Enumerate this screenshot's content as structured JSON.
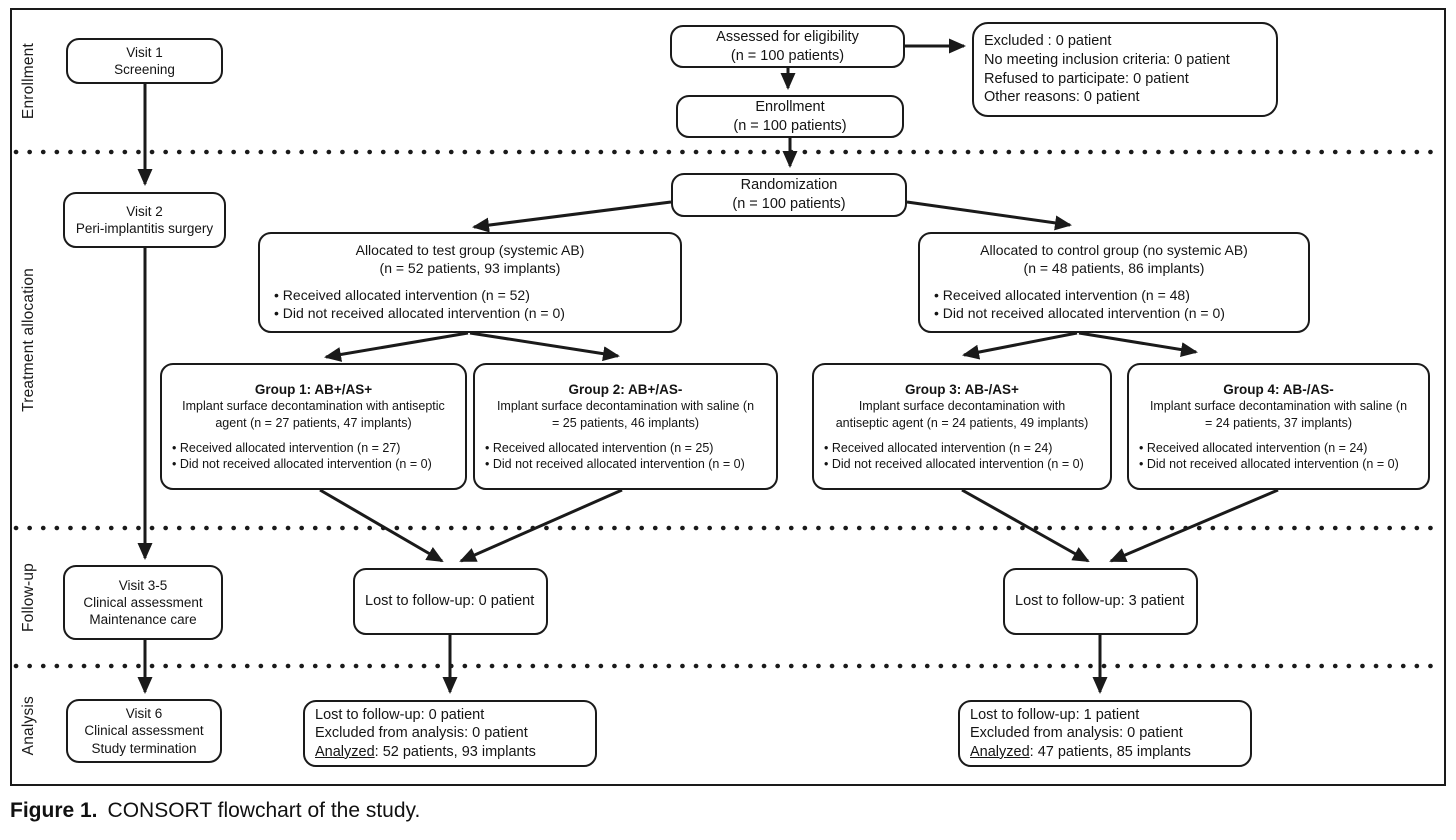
{
  "figure": {
    "label": "Figure 1.",
    "caption": "CONSORT flowchart of the study."
  },
  "sections": {
    "enrollment": "Enrollment",
    "treatment": "Treatment allocation",
    "followup": "Follow-up",
    "analysis": "Analysis"
  },
  "visits": {
    "visit1": {
      "line1": "Visit 1",
      "line2": "Screening"
    },
    "visit2": {
      "line1": "Visit 2",
      "line2": "Peri-implantitis surgery"
    },
    "visit35": {
      "line1": "Visit 3-5",
      "line2": "Clinical assessment",
      "line3": "Maintenance care"
    },
    "visit6": {
      "line1": "Visit 6",
      "line2": "Clinical assessment",
      "line3": "Study termination"
    }
  },
  "flow": {
    "assessed": {
      "line1": "Assessed for eligibility",
      "line2": "(n = 100 patients)"
    },
    "excluded": {
      "line1": "Excluded : 0 patient",
      "line2": "No meeting inclusion criteria: 0 patient",
      "line3": "Refused to participate: 0 patient",
      "line4": "Other reasons: 0 patient"
    },
    "enrollment": {
      "line1": "Enrollment",
      "line2": "(n = 100 patients)"
    },
    "randomization": {
      "line1": "Randomization",
      "line2": "(n = 100 patients)"
    },
    "test_group": {
      "title": "Allocated to test group (systemic AB)",
      "subtitle": "(n = 52 patients, 93 implants)",
      "bullet1": "• Received allocated intervention (n = 52)",
      "bullet2": "• Did not received allocated intervention (n = 0)"
    },
    "control_group": {
      "title": "Allocated to control group (no systemic AB)",
      "subtitle": "(n = 48 patients, 86 implants)",
      "bullet1": "• Received allocated intervention (n = 48)",
      "bullet2": "• Did not received allocated intervention (n = 0)"
    },
    "group1": {
      "title": "Group 1: AB+/AS+",
      "desc": "Implant surface decontamination with antiseptic agent (n = 27 patients, 47 implants)",
      "bullet1": "• Received allocated intervention (n = 27)",
      "bullet2": "• Did not received allocated intervention (n = 0)"
    },
    "group2": {
      "title": "Group 2: AB+/AS-",
      "desc": "Implant surface decontamination with saline (n = 25 patients, 46 implants)",
      "bullet1": "• Received allocated intervention (n = 25)",
      "bullet2": "• Did not received allocated intervention (n = 0)"
    },
    "group3": {
      "title": "Group 3: AB-/AS+",
      "desc": "Implant surface decontamination with antiseptic agent (n = 24 patients, 49 implants)",
      "bullet1": "• Received allocated intervention (n = 24)",
      "bullet2": "• Did not received allocated intervention (n = 0)"
    },
    "group4": {
      "title": "Group 4: AB-/AS-",
      "desc": "Implant surface decontamination with saline (n = 24 patients, 37 implants)",
      "bullet1": "• Received allocated intervention (n = 24)",
      "bullet2": "• Did not received allocated intervention (n = 0)"
    },
    "lost_test": {
      "line1": "Lost to follow-up: 0 patient"
    },
    "lost_control": {
      "line1": "Lost to follow-up: 3 patient"
    },
    "analysis_test": {
      "line1": "Lost to follow-up: 0 patient",
      "line2": "Excluded from analysis: 0 patient",
      "analyzed_label": "Analyzed",
      "analyzed_rest": ": 52 patients, 93 implants"
    },
    "analysis_control": {
      "line1": "Lost to follow-up: 1 patient",
      "line2": "Excluded from analysis: 0 patient",
      "analyzed_label": "Analyzed",
      "analyzed_rest": ": 47 patients, 85 implants"
    }
  },
  "colors": {
    "line": "#1a1a1a",
    "box_bg": "#ffffff",
    "text": "#141414"
  }
}
